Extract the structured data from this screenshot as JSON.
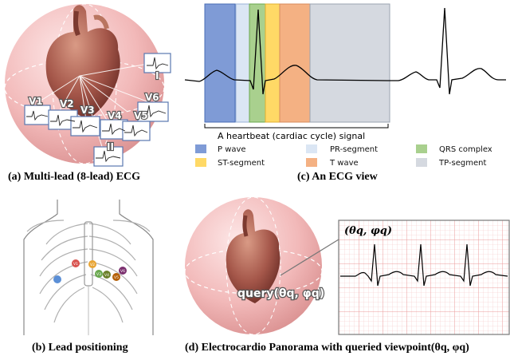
{
  "captions": {
    "a": "(a) Multi-lead (8-lead) ECG",
    "b": "(b) Lead positioning",
    "c": "(c) An ECG view",
    "d": "(d) Electrocardio Panorama with queried viewpoint(θq, φq)"
  },
  "panel_a": {
    "lead_labels": [
      "V1",
      "V2",
      "V3",
      "V4",
      "V5",
      "V6",
      "I",
      "II"
    ]
  },
  "panel_b": {
    "electrodes": [
      "V1",
      "V2",
      "V3",
      "V4",
      "V5",
      "V6"
    ]
  },
  "panel_c": {
    "heartbeat_label": "A heartbeat (cardiac cycle) signal",
    "legend": [
      {
        "label": "P wave",
        "color": "#7f9bd6"
      },
      {
        "label": "PR-segment",
        "color": "#dbe6f4"
      },
      {
        "label": "QRS complex",
        "color": "#a9d08e"
      },
      {
        "label": "ST-segment",
        "color": "#ffd966"
      },
      {
        "label": "T wave",
        "color": "#f4b183"
      },
      {
        "label": "TP-segment",
        "color": "#d5d9e0"
      }
    ]
  },
  "panel_d": {
    "query_text": "query(θq, φq)",
    "view_label": "(θq, φq)"
  },
  "colors": {
    "sphere": "#f2b9b9",
    "ecg_grid": "#f4c6c6",
    "heart": "#a5574a"
  }
}
